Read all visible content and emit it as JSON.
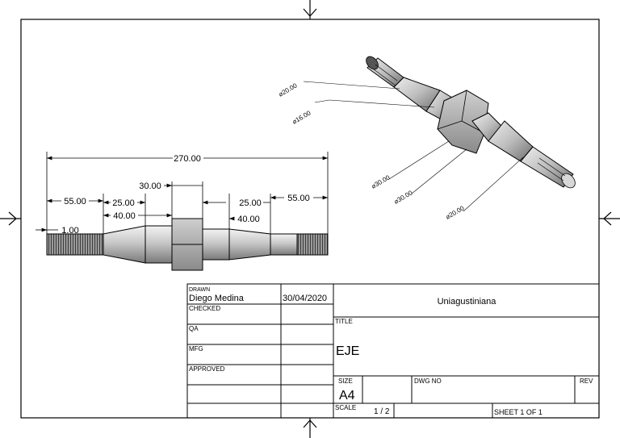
{
  "drawing": {
    "dimensions": {
      "overall_length": "270.00",
      "left_thread": "55.00",
      "right_thread": "55.00",
      "left_taper": "25.00",
      "right_taper": "25.00",
      "left_shoulder": "40.00",
      "right_shoulder": "40.00",
      "hex_width": "30.00",
      "chamfer": "1.00"
    },
    "iso_leaders": {
      "d1": "⌀20.00",
      "d2": "⌀16.00",
      "d3": "⌀30.00",
      "d4": "⌀30.00",
      "d5": "⌀20.00"
    }
  },
  "title_block": {
    "drawn_label": "DRAWN",
    "drawn_by": "Diego Medina",
    "drawn_date": "30/04/2020",
    "checked_label": "CHECKED",
    "qa_label": "QA",
    "mfg_label": "MFG",
    "approved_label": "APPROVED",
    "company": "Uniagustiniana",
    "title_label": "TITLE",
    "title": "EJE",
    "size_label": "SIZE",
    "size": "A4",
    "dwg_no_label": "DWG NO",
    "rev_label": "REV",
    "scale_label": "SCALE",
    "scale": "1 / 2",
    "sheet": "SHEET 1  OF 1"
  }
}
